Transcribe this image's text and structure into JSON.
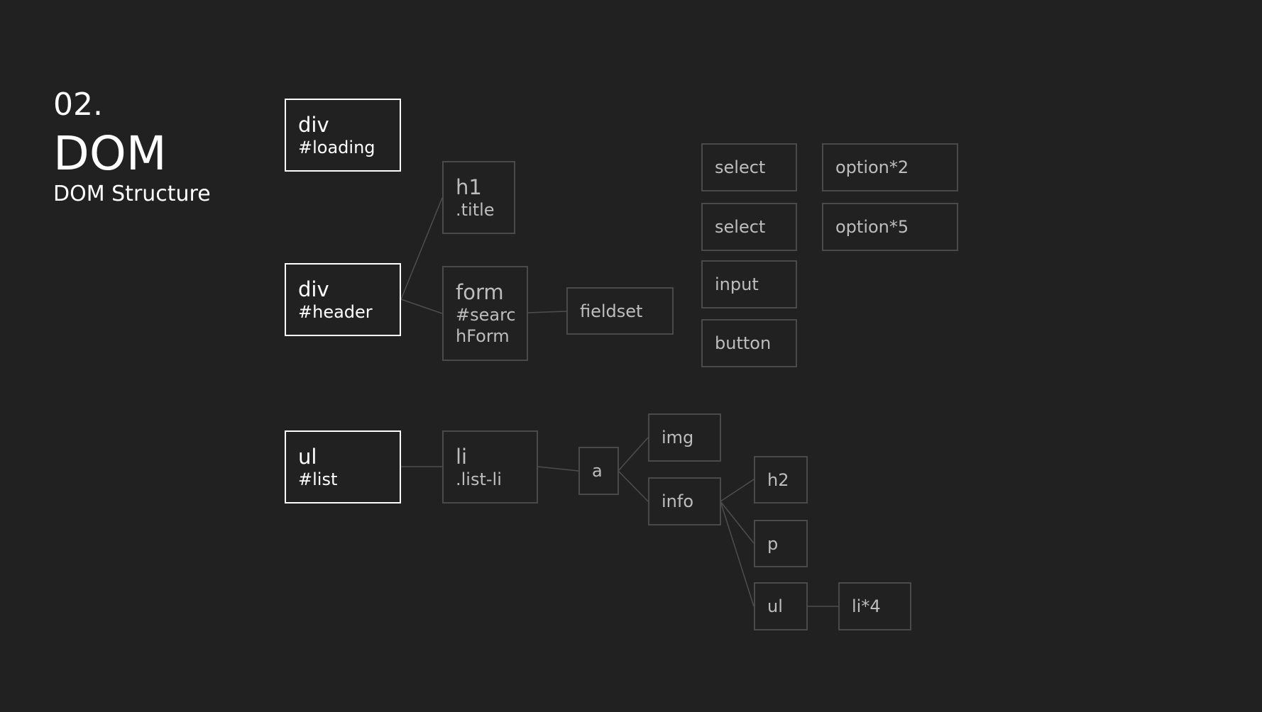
{
  "heading": {
    "number": "02.",
    "title": "DOM",
    "subtitle": "DOM Structure"
  },
  "colors": {
    "background": "#212121",
    "root_border": "#ffffff",
    "node_border": "#4a4a4a",
    "node_text": "#bdbdbd",
    "link": "#4e4e4e"
  },
  "nodes": {
    "div_loading": {
      "main": "div",
      "sub": "#loading"
    },
    "div_header": {
      "main": "div",
      "sub": "#header"
    },
    "ul_list": {
      "main": "ul",
      "sub": "#list"
    },
    "h1_title": {
      "main": "h1",
      "sub": ".title"
    },
    "form_search": {
      "main": "form",
      "sub": "#searc\nhForm"
    },
    "fieldset": {
      "main": "fieldset"
    },
    "select_1": {
      "main": "select"
    },
    "select_2": {
      "main": "select"
    },
    "input": {
      "main": "input"
    },
    "button": {
      "main": "button"
    },
    "option_2": {
      "main": "option*2"
    },
    "option_5": {
      "main": "option*5"
    },
    "li_list": {
      "main": "li",
      "sub": ".list-li"
    },
    "a": {
      "main": "a"
    },
    "img": {
      "main": "img"
    },
    "info": {
      "main": "info"
    },
    "h2": {
      "main": "h2"
    },
    "p": {
      "main": "p"
    },
    "ul_inner": {
      "main": "ul"
    },
    "li_4": {
      "main": "li*4"
    }
  }
}
